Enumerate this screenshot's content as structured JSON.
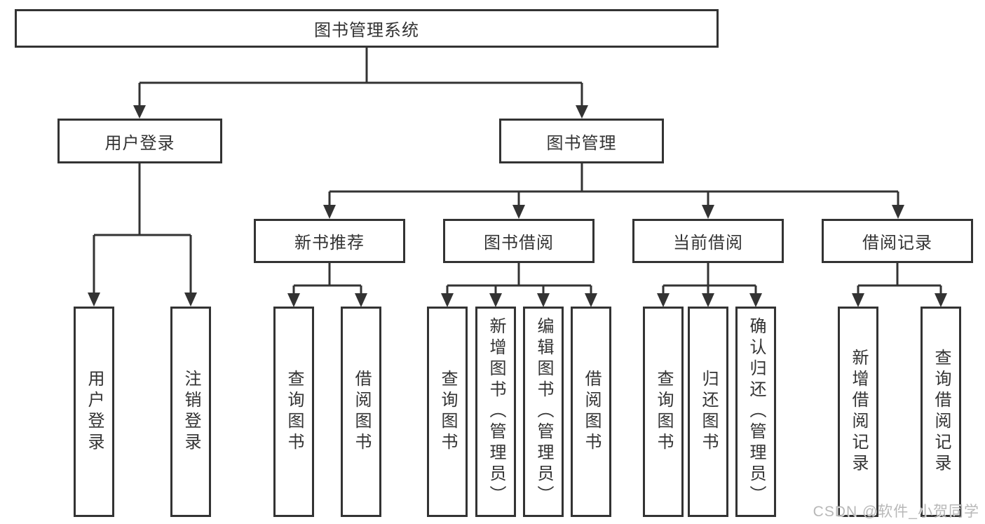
{
  "colors": {
    "line": "#333333",
    "text": "#333333",
    "background": "#ffffff",
    "watermark": "#b2b2b2"
  },
  "watermark": {
    "text": "CSDN @软件_小贺同学"
  },
  "tree": {
    "root": "图书管理系统",
    "children": [
      {
        "label": "用户登录",
        "leaves": [
          "用户登录",
          "注销登录"
        ]
      },
      {
        "label": "图书管理",
        "children": [
          {
            "label": "新书推荐",
            "leaves": [
              "查询图书",
              "借阅图书"
            ]
          },
          {
            "label": "图书借阅",
            "leaves": [
              "查询图书",
              "新增图书（管理员）",
              "编辑图书（管理员）",
              "借阅图书"
            ]
          },
          {
            "label": "当前借阅",
            "leaves": [
              "查询图书",
              "归还图书",
              "确认归还（管理员）"
            ]
          },
          {
            "label": "借阅记录",
            "leaves": [
              "新增借阅记录",
              "查询借阅记录"
            ]
          }
        ]
      }
    ]
  }
}
